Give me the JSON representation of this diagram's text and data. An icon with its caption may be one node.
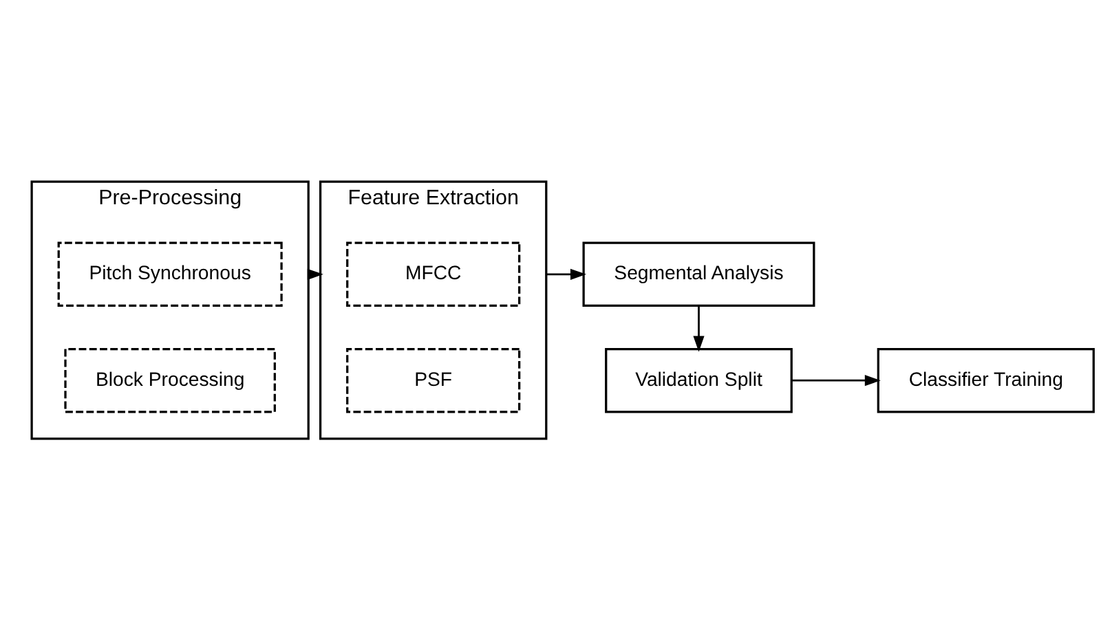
{
  "diagram": {
    "nodes": [
      {
        "text": [
          "Pre-Processing"
        ]
      },
      {
        "text": [
          "Pitch Synchronous"
        ],
        "in": 0
      },
      {
        "text": [
          "Block Processing"
        ],
        "in": 0
      },
      {
        "text": [
          "Feature Extraction"
        ]
      },
      {
        "text": [
          "MFCC"
        ],
        "in": 3
      },
      {
        "text": [
          "PSF"
        ],
        "in": 3
      },
      {
        "text": [
          "Segmental Analysis"
        ]
      },
      {
        "text": [
          "Validation Split"
        ]
      },
      {
        "text": [
          "Classifier Training"
        ]
      }
    ],
    "edges": [
      {
        "from": 0,
        "to": 3,
        "arrow": "to"
      },
      {
        "from": 3,
        "to": 6,
        "arrow": "to"
      },
      {
        "from": 6,
        "to": 7,
        "arrow": "to"
      },
      {
        "from": 7,
        "to": 8,
        "arrow": "to"
      }
    ]
  }
}
